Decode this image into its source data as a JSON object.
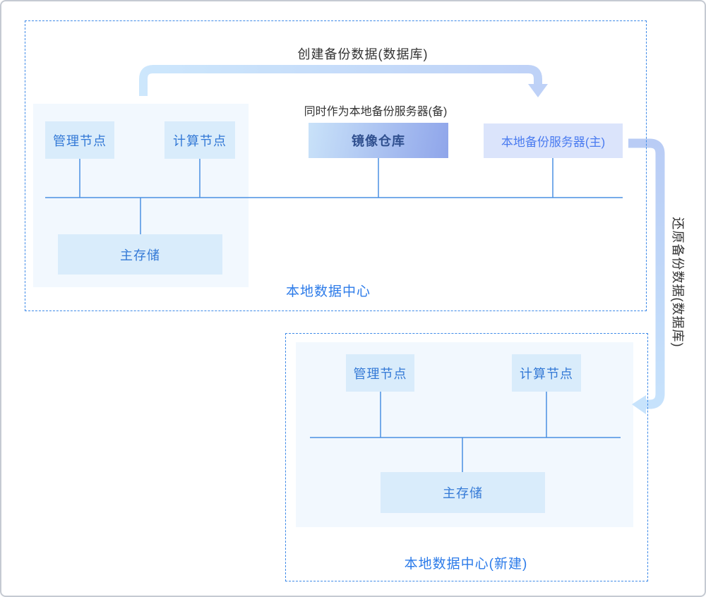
{
  "diagram": {
    "flow_top_label": "创建备份数据(数据库)",
    "standby_note": "同时作为本地备份服务器(备)",
    "flow_side_label": "还原备份数据(数据库)",
    "dc1": {
      "label": "本地数据中心",
      "management_node": "管理节点",
      "compute_node": "计算节点",
      "image_repository": "镜像仓库",
      "backup_server": "本地备份服务器(主)",
      "primary_storage": "主存储"
    },
    "dc2": {
      "label": "本地数据中心(新建)",
      "management_node": "管理节点",
      "compute_node": "计算节点",
      "primary_storage": "主存储"
    }
  },
  "colors": {
    "dashed_border": "#3e8ae8",
    "connector_line": "#4a90e2",
    "node_fill": "#d9ecfb",
    "node_text": "#3379d6",
    "cluster_fill": "#f2f8fe",
    "backup_server_fill": "#dbe4fb",
    "backup_server_text": "#4a7bf0",
    "repo_gradient_start": "#c9e2f9",
    "repo_gradient_end": "#8fa5ea",
    "repo_text": "#30508f",
    "dc_label_text": "#2c7be9",
    "annotation_text": "#333333",
    "backup_arrow_start": "#cde7fc",
    "backup_arrow_end": "#bed1f7",
    "restore_arrow_start": "#b9ccf5",
    "restore_arrow_end": "#c7e3fc"
  }
}
